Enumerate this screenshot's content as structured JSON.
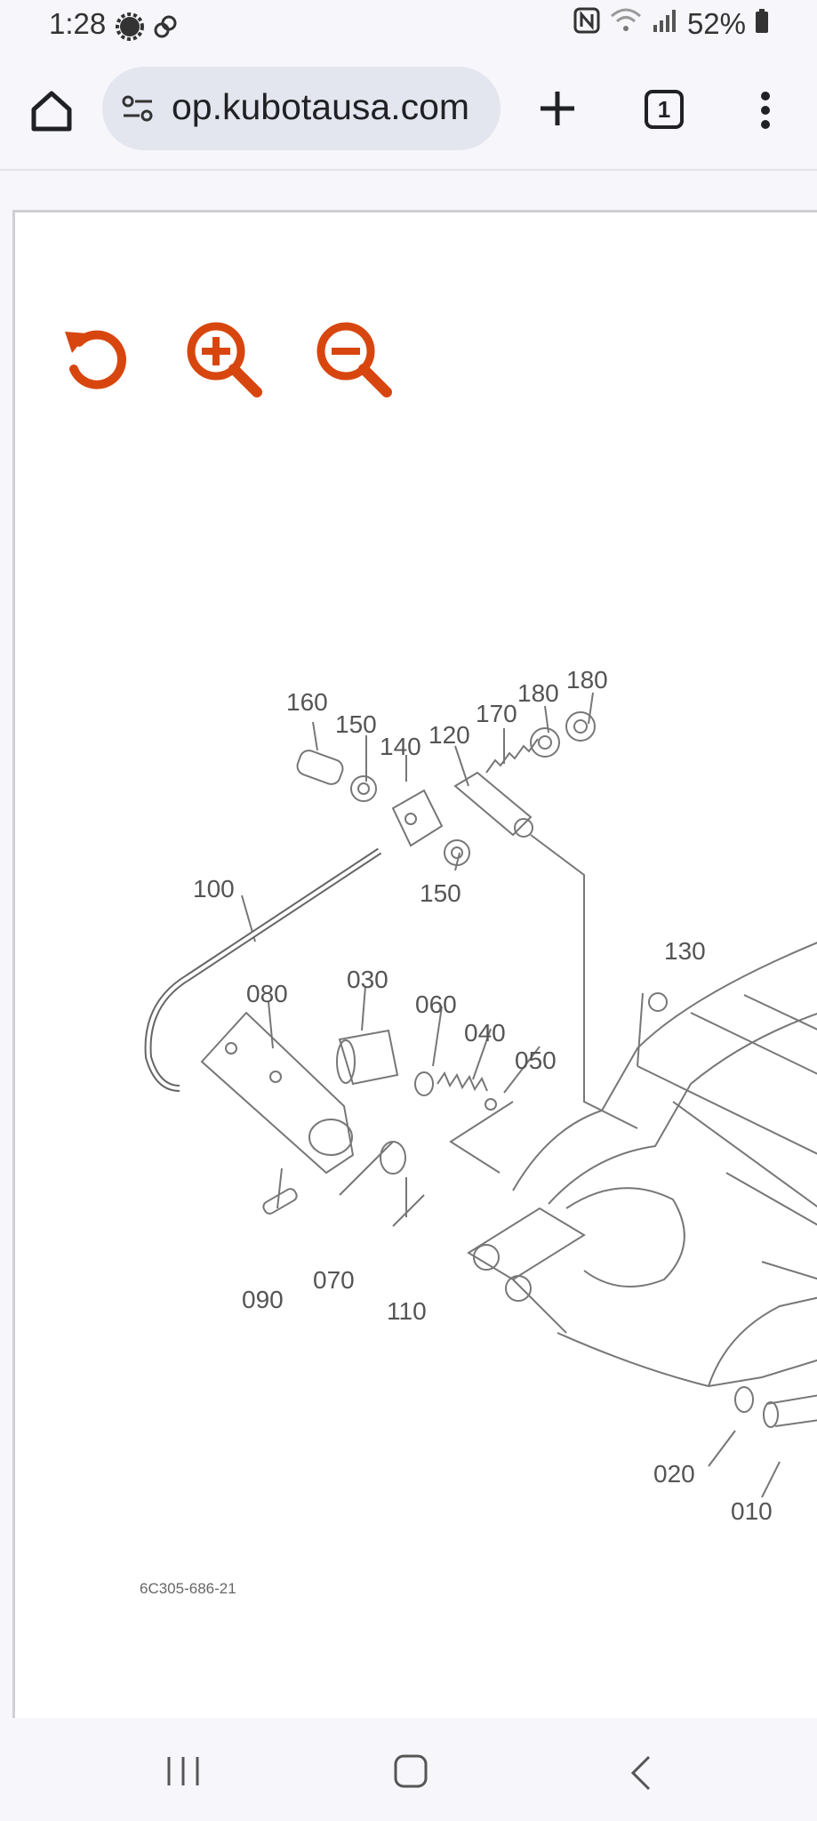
{
  "status": {
    "time": "1:28",
    "battery": "52%"
  },
  "browser": {
    "url": "op.kubotausa.com",
    "tab_count": "1"
  },
  "diagram": {
    "part_labels": [
      "160",
      "150",
      "140",
      "120",
      "170",
      "180",
      "180",
      "150",
      "100",
      "130",
      "080",
      "030",
      "060",
      "040",
      "050",
      "090",
      "070",
      "110",
      "020",
      "010"
    ],
    "figure_code": "6C305-686-21"
  },
  "colors": {
    "accent": "#d8460f",
    "line": "#777777"
  },
  "icons": {
    "reset": "rotate-ccw-icon",
    "zoom_in": "zoom-in-icon",
    "zoom_out": "zoom-out-icon"
  }
}
